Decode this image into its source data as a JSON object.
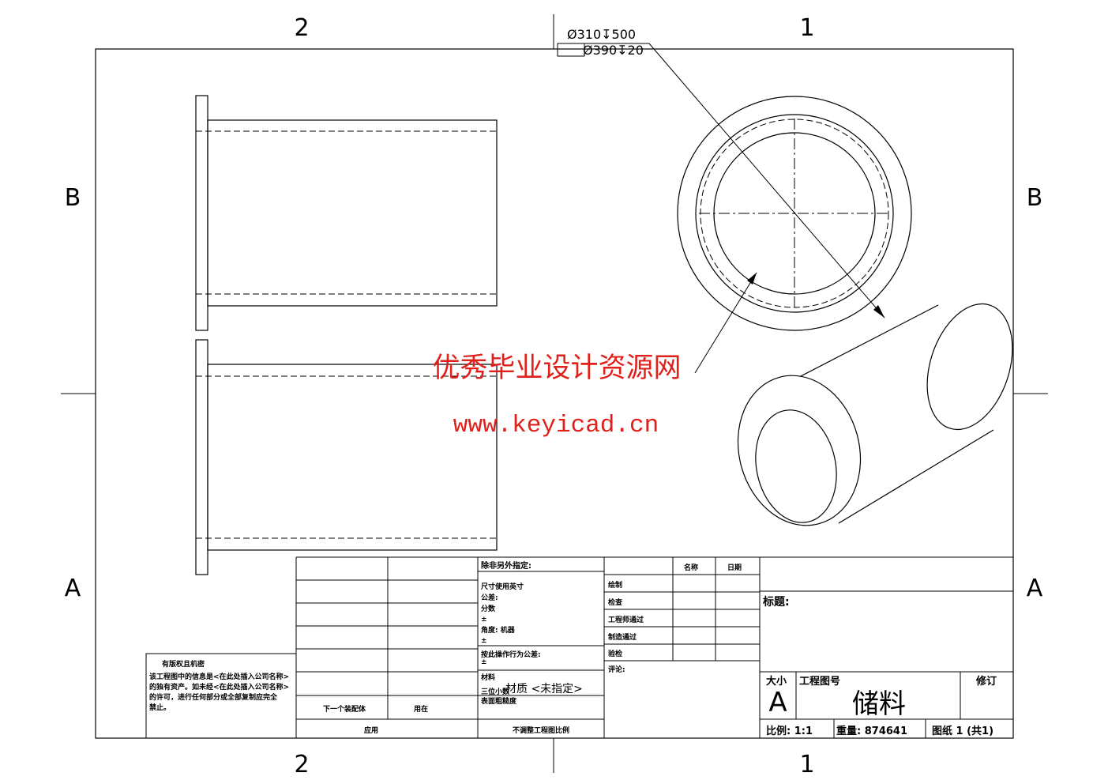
{
  "zones": {
    "top": [
      "2",
      "1"
    ],
    "bottom": [
      "2",
      "1"
    ],
    "left": [
      "B",
      "A"
    ],
    "right": [
      "B",
      "A"
    ]
  },
  "dimension": {
    "line1": "Ø310↧500",
    "line2": "Ø390↧20"
  },
  "watermark": {
    "title": "优秀毕业设计资源网",
    "url": "www.keyicad.cn"
  },
  "copyright": {
    "heading": "有版权且机密",
    "body": [
      "该工程图中的信息是<在此处插入公司名称>",
      "的独有资产。如未经<在此处插入公司名称>",
      "的许可，进行任何部分或全部复制应完全",
      "禁止。"
    ]
  },
  "left_block": {
    "next_assembly": "下一个装配体",
    "used_on": "用在",
    "application": "应用"
  },
  "tolerances": {
    "header": "除非另外指定:",
    "lines": [
      "尺寸使用英寸",
      "公差:",
      "分数",
      "±",
      "角度: 机器",
      "±"
    ],
    "two_place": "按此操作行为公差:",
    "two_place_pm": "±",
    "three_place": "三位小数",
    "material_label": "材料",
    "material_value": "材质 <未指定>",
    "finish": "表面粗糙度",
    "noscale": "不调整工程图比例"
  },
  "approvals": {
    "headers": [
      "名称",
      "日期"
    ],
    "rows": [
      "绘制",
      "检查",
      "工程师通过",
      "制造通过",
      "验检"
    ],
    "comments": "评论:"
  },
  "title_block": {
    "title_label": "标题:",
    "size_label": "大小",
    "size_value": "A",
    "dwg_no_label": "工程图号",
    "dwg_no_value": "储料",
    "rev_label": "修订",
    "scale": "比例: 1:1",
    "weight": "重量: 874641",
    "sheet": "图纸 1 (共1)"
  }
}
